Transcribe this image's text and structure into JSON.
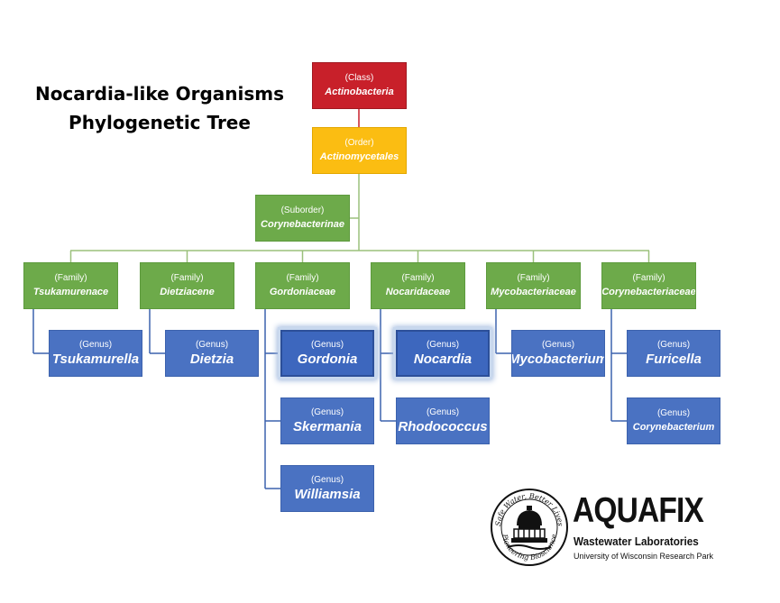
{
  "title": {
    "line1": "Nocardia-like Organisms",
    "line2": "Phylogenetic Tree"
  },
  "colors": {
    "class": "#c8202a",
    "order": "#fbbd12",
    "suborder": "#6daa4a",
    "family": "#6daa4a",
    "genus": "#4a72c2",
    "connector": "#9bc07c"
  },
  "tree": {
    "class": {
      "rank": "(Class)",
      "name": "Actinobacteria"
    },
    "order": {
      "rank": "(Order)",
      "name": "Actinomycetales"
    },
    "suborder": {
      "rank": "(Suborder)",
      "name": "Corynebacterinae"
    },
    "families": [
      {
        "rank": "(Family)",
        "name": "Tsukamurenace",
        "genera": [
          {
            "rank": "(Genus)",
            "name": "Tsukamurella"
          }
        ]
      },
      {
        "rank": "(Family)",
        "name": "Dietziacene",
        "genera": [
          {
            "rank": "(Genus)",
            "name": "Dietzia"
          }
        ]
      },
      {
        "rank": "(Family)",
        "name": "Gordoniaceae",
        "genera": [
          {
            "rank": "(Genus)",
            "name": "Gordonia",
            "highlighted": true
          },
          {
            "rank": "(Genus)",
            "name": "Skermania"
          },
          {
            "rank": "(Genus)",
            "name": "Williamsia"
          }
        ]
      },
      {
        "rank": "(Family)",
        "name": "Nocaridaceae",
        "genera": [
          {
            "rank": "(Genus)",
            "name": "Nocardia",
            "highlighted": true
          },
          {
            "rank": "(Genus)",
            "name": "Rhodococcus"
          }
        ]
      },
      {
        "rank": "(Family)",
        "name": "Mycobacteriaceae",
        "genera": [
          {
            "rank": "(Genus)",
            "name": "Mycobacterium"
          }
        ]
      },
      {
        "rank": "(Family)",
        "name": "Corynebacteriaceae",
        "genera": [
          {
            "rank": "(Genus)",
            "name": "Furicella"
          },
          {
            "rank": "(Genus)",
            "name": "Corynebacterium"
          }
        ]
      }
    ]
  },
  "logo": {
    "name": "AQUAFIX",
    "subtitle": "Wastewater Laboratories",
    "tagline": "University of Wisconsin Research Park",
    "seal_top_text": "Safe Water, Better Lives",
    "seal_bottom_text": "Pioneering Bioscience"
  }
}
